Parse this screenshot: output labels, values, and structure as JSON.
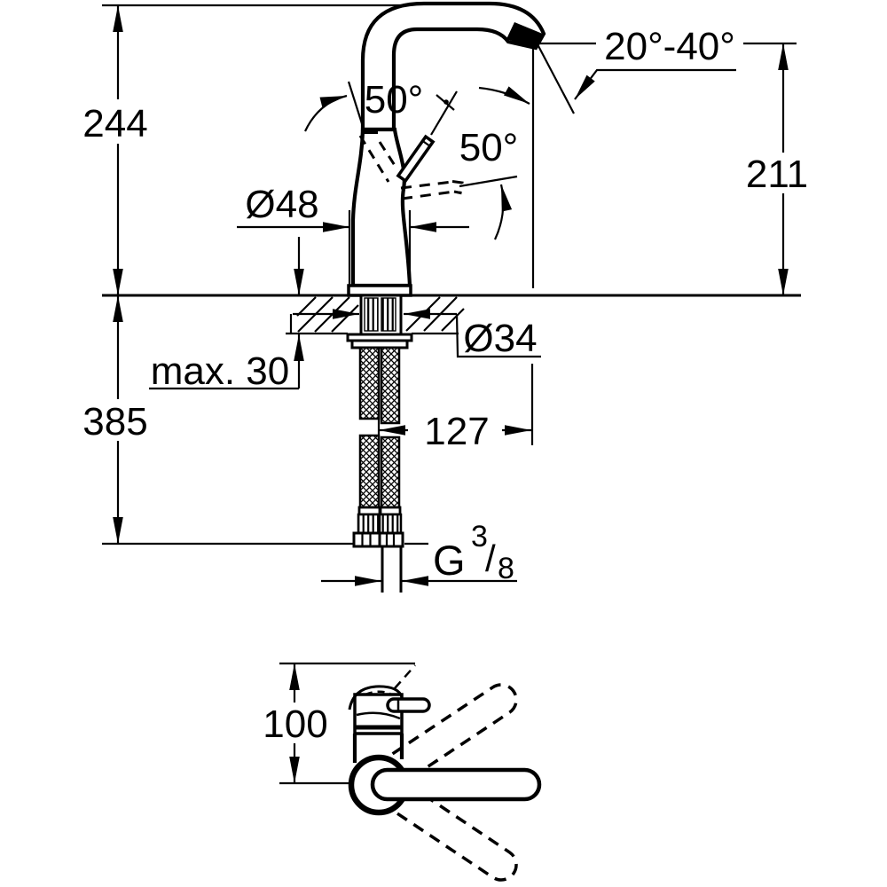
{
  "page": {
    "background": "#ffffff",
    "ink": "#000000",
    "type": "faucet installation technical drawing"
  },
  "front_view": {
    "dimensions": {
      "overall_height": "244",
      "below_deck_length": "385",
      "mounting_depth": "max. 30",
      "body_diameter": "Ø48",
      "shank_diameter": "Ø34",
      "spout_reach": "127",
      "spout_outlet_height": "211",
      "spout_angle_range": "20°-40°",
      "swivel_angle": "50°",
      "lever_angle": "50°",
      "thread": {
        "prefix": "G",
        "numerator": "3",
        "slash": "/",
        "denominator": "8"
      }
    }
  },
  "plan_view": {
    "dimensions": {
      "body_depth": "100"
    }
  }
}
